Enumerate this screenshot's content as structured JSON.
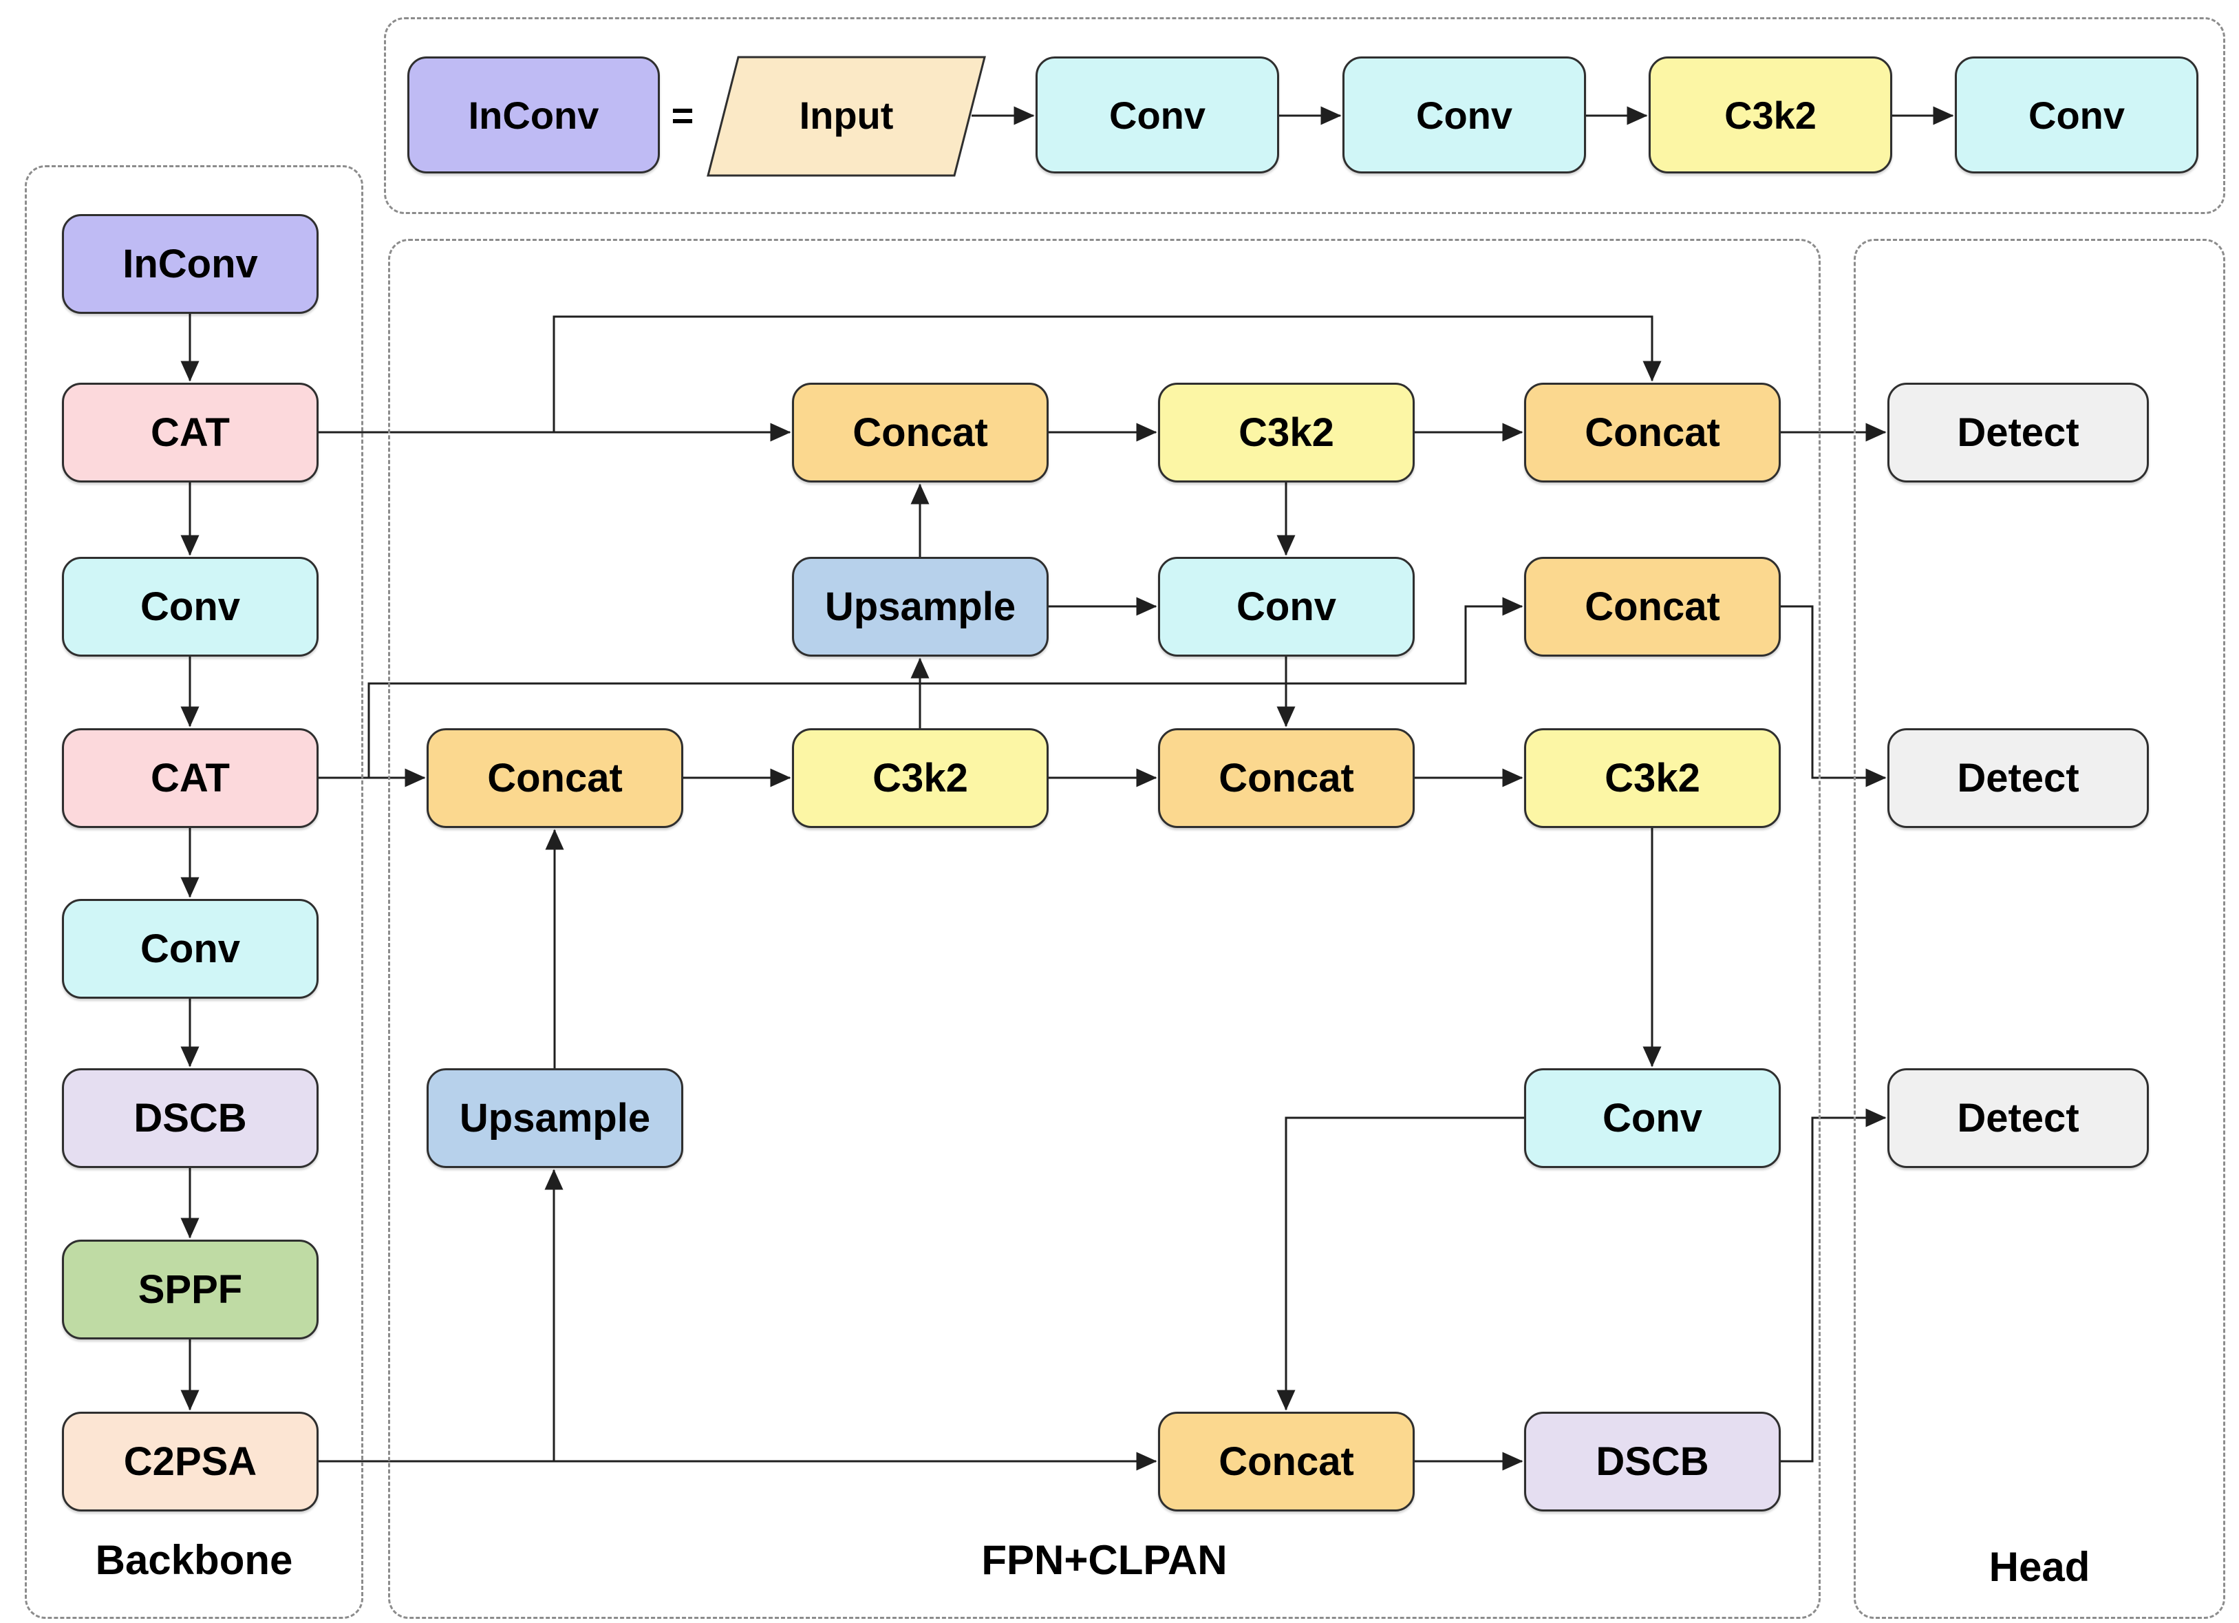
{
  "colors": {
    "line": "#1f1f1f",
    "node_border": "#2f2f2f",
    "panel_border": "#8c8c8c",
    "inconv": "#bfbbf4",
    "cat": "#fcd9dc",
    "conv": "#d0f6f7",
    "dscb": "#e5def1",
    "sppf": "#bfdba4",
    "c2psa": "#fce5d3",
    "concat": "#fbd88f",
    "c3k2": "#fcf6a5",
    "upsample": "#b7d1eb",
    "detect": "#f0f0f0",
    "input": "#fbe9c6"
  },
  "legend": {
    "inconv": "InConv",
    "equals": "=",
    "input": "Input",
    "conv_a": "Conv",
    "conv_b": "Conv",
    "c3k2": "C3k2",
    "conv_c": "Conv"
  },
  "backbone": {
    "label": "Backbone",
    "inconv": "InConv",
    "cat1": "CAT",
    "conv1": "Conv",
    "cat2": "CAT",
    "conv2": "Conv",
    "dscb": "DSCB",
    "sppf": "SPPF",
    "c2psa": "C2PSA"
  },
  "fpn": {
    "label": "FPN+CLPAN",
    "r1_concat1": "Concat",
    "r1_c3k2": "C3k2",
    "r1_concat2": "Concat",
    "r2_upsample": "Upsample",
    "r2_conv": "Conv",
    "r2_concat": "Concat",
    "r3_concat1": "Concat",
    "r3_c3k2a": "C3k2",
    "r3_concat2": "Concat",
    "r3_c3k2b": "C3k2",
    "r4_upsample": "Upsample",
    "r4_conv": "Conv",
    "r5_concat": "Concat",
    "r5_dscb": "DSCB"
  },
  "head": {
    "label": "Head",
    "detect1": "Detect",
    "detect2": "Detect",
    "detect3": "Detect"
  }
}
